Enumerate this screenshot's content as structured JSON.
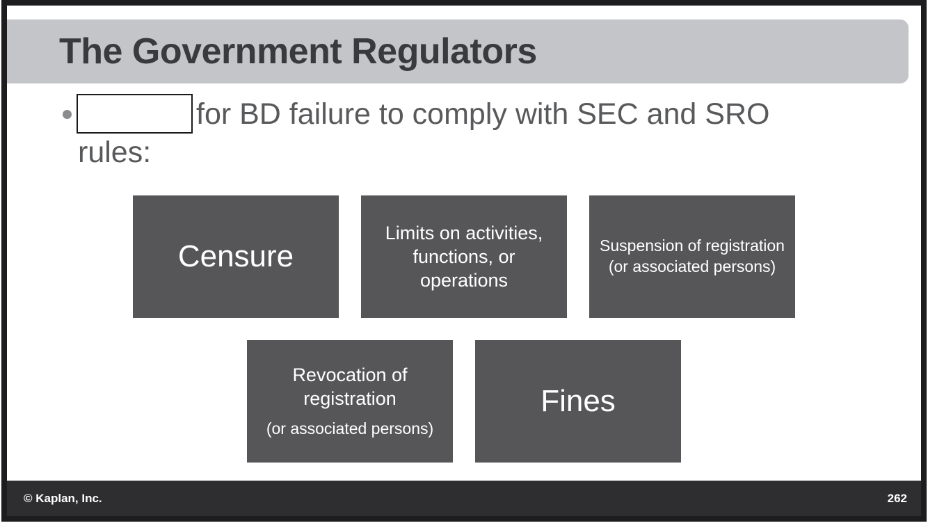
{
  "slide": {
    "title": "The Government Regulators",
    "bullet": {
      "text_line1": "for BD failure to comply with SEC and SRO",
      "text_line2": "rules:"
    },
    "boxes": {
      "censure": {
        "line1": "Censure"
      },
      "limits": {
        "line1": "Limits on activities,",
        "line2": "functions, or",
        "line3": "operations"
      },
      "suspension": {
        "line1": "Suspension of registration",
        "line2": "(or associated persons)"
      },
      "revocation": {
        "line1": "Revocation of",
        "line2": "registration",
        "line3": "(or associated persons)"
      },
      "fines": {
        "line1": "Fines"
      }
    },
    "footer": {
      "copyright": "© Kaplan, Inc.",
      "page_number": "262"
    },
    "colors": {
      "box_fill": "#565659",
      "banner_fill": "#c3c5c9",
      "footer_fill": "#2e2e30",
      "frame_border": "#1d1d1f",
      "title_text": "#3a3a3c",
      "body_text": "#58595b",
      "box_text": "#ffffff"
    }
  }
}
